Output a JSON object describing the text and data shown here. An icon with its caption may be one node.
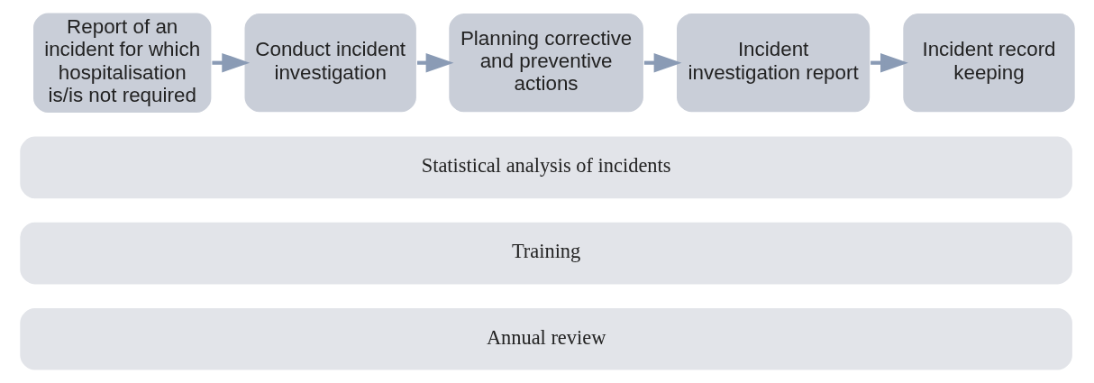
{
  "diagram": {
    "nodes": [
      {
        "text": [
          "Report of an incident for which hospitalisation is/is not required"
        ]
      },
      {
        "text": [
          "Conduct incident investigation"
        ]
      },
      {
        "text": [
          "Planning corrective and preventive actions"
        ]
      },
      {
        "text": [
          "Incident investigation report"
        ]
      },
      {
        "text": [
          "Incident record keeping"
        ]
      },
      {
        "text": [
          "Statistical analysis of incidents"
        ]
      },
      {
        "text": [
          "Training"
        ]
      },
      {
        "text": [
          "Annual review"
        ]
      }
    ],
    "edges": [
      {
        "from": 0,
        "to": 1,
        "arrow": "to"
      },
      {
        "from": 1,
        "to": 2,
        "arrow": "to"
      },
      {
        "from": 2,
        "to": 3,
        "arrow": "to"
      },
      {
        "from": 3,
        "to": 4,
        "arrow": "to"
      }
    ]
  }
}
